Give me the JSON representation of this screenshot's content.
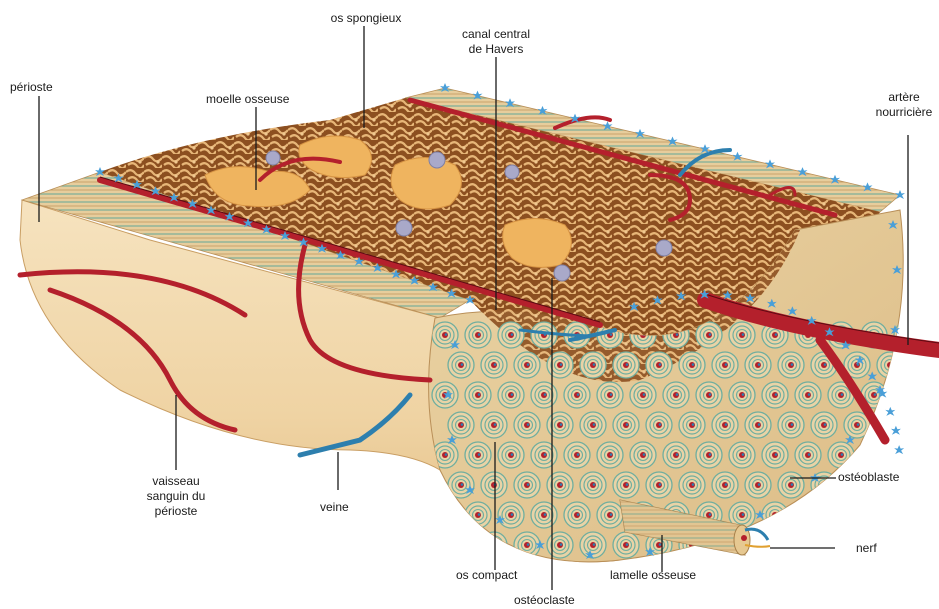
{
  "labels": {
    "os_spongieux": "os spongieux",
    "canal_line1": "canal central",
    "canal_line2": "de Havers",
    "perioste": "périoste",
    "moelle_osseuse": "moelle osseuse",
    "artere_line1": "artère",
    "artere_line2": "nourricière",
    "vaisseau_line1": "vaisseau",
    "vaisseau_line2": "sanguin du",
    "vaisseau_line3": "périoste",
    "veine": "veine",
    "osteoblaste": "ostéoblaste",
    "nerf": "nerf",
    "os_compact": "os compact",
    "lamelle_osseuse": "lamelle osseuse",
    "osteoclaste": "ostéoclaste"
  },
  "colors": {
    "bone_surface": "#f3ddb4",
    "spongy_bone": "#a8662f",
    "marrow": "#efb45f",
    "artery": "#b4202c",
    "vein": "#2d7fae",
    "osteon_ring": "#5ea79a",
    "osteoblast": "#4a9fd8",
    "osteoclast": "#a9a9c9",
    "nerve": "#e0a030"
  }
}
